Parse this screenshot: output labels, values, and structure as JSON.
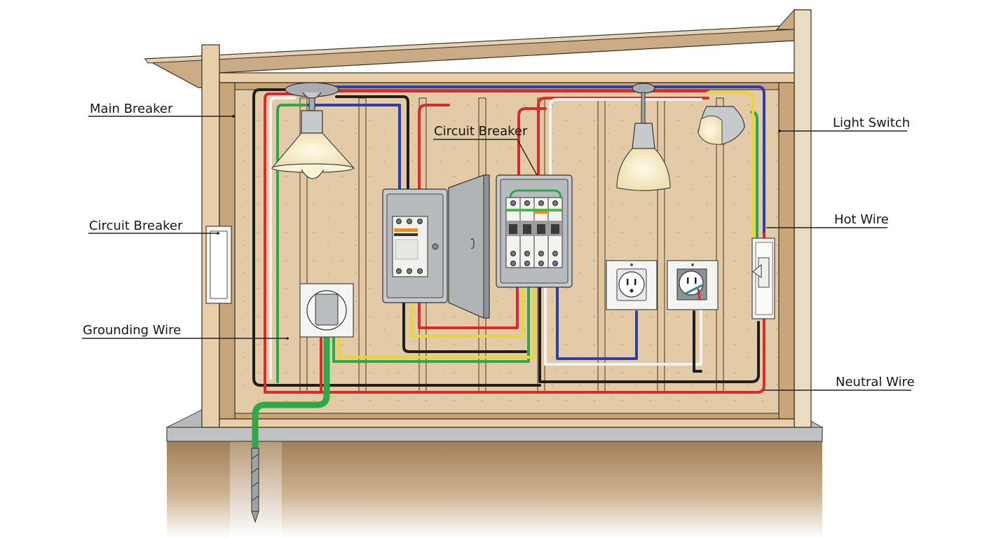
{
  "diagram": {
    "title": "Residential wall wiring cutaway",
    "labels": {
      "main_breaker": "Main Breaker",
      "circuit_breaker_left": "Circuit Breaker",
      "grounding_wire": "Grounding Wire",
      "circuit_breaker_center": "Circuit Breaker",
      "light_switch": "Light Switch",
      "hot_wire": "Hot Wire",
      "neutral_wire": "Neutral Wire"
    },
    "wire_colors": {
      "hot": "#d92b2b",
      "neutral": "#f2f2f2",
      "ground": "#2fa84a",
      "black": "#1e1e1e",
      "blue": "#2a3fb0",
      "yellow": "#e6d63a"
    },
    "components": [
      "main-breaker-panel",
      "breaker-subpanel",
      "ceiling-lamp-left",
      "pendant-lamp",
      "wall-sconce",
      "receptacle-left",
      "receptacle-center",
      "receptacle-right-open",
      "light-switch",
      "ground-rod",
      "concrete-foundation"
    ]
  }
}
